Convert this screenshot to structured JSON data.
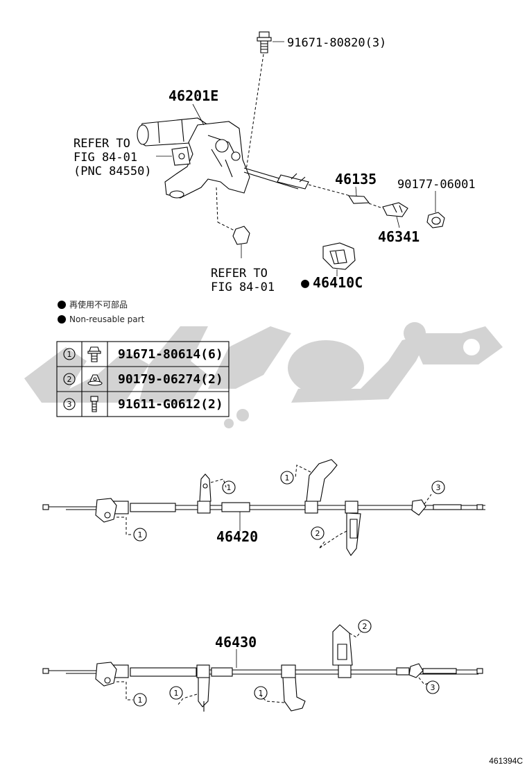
{
  "top_assembly": {
    "bolt_top_label": "91671-80820(3)",
    "lever_label": "46201E",
    "refer_fig_pnc": [
      "REFER TO",
      "FIG 84-01",
      "(PNC 84550)"
    ],
    "refer_fig_bottom": [
      "REFER TO",
      "FIG 84-01"
    ],
    "cable_end_label": "46135",
    "clip_label": "46341",
    "nut_label": "90177-06001",
    "bracket_label": "46410C",
    "bracket_bullet": "●"
  },
  "legend": {
    "items": [
      {
        "text": "再使用不可部品"
      },
      {
        "text": "Non-reusable part"
      }
    ]
  },
  "fastener_table": {
    "rows": [
      {
        "num": "1",
        "icon": "bolt-flange-icon",
        "part": "91671-80614(6)"
      },
      {
        "num": "2",
        "icon": "nut-icon",
        "part": "90179-06274(2)"
      },
      {
        "num": "3",
        "icon": "bolt-icon",
        "part": "91611-G0612(2)"
      }
    ]
  },
  "cable_1": {
    "label": "46420",
    "callouts": [
      "1",
      "1",
      "1",
      "2",
      "3"
    ]
  },
  "cable_2": {
    "label": "46430",
    "callouts": [
      "1",
      "1",
      "1",
      "2",
      "3"
    ]
  },
  "footer": {
    "diagram_id": "461394C"
  },
  "colors": {
    "watermark": "#d3d3d3",
    "ink": "#000000"
  }
}
